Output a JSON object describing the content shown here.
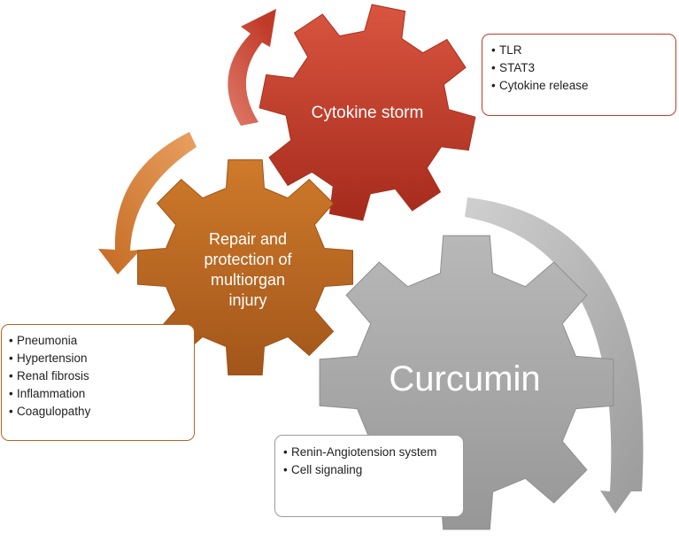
{
  "colors": {
    "red_gear": "#c0392b",
    "orange_gear": "#b9651e",
    "gray_gear": "#a7a7a7",
    "red_box_border": "#c0392b",
    "orange_box_border": "#b9651e",
    "gray_box_border": "#9a9a9a"
  },
  "gears": {
    "cytokine": {
      "label": "Cytokine storm"
    },
    "repair": {
      "lines": [
        "Repair and",
        "protection of",
        "multiorgan",
        "injury"
      ]
    },
    "curcumin": {
      "label": "Curcumin"
    }
  },
  "boxes": {
    "cytokine_box": {
      "items": [
        "TLR",
        "STAT3",
        "Cytokine release"
      ]
    },
    "repair_box": {
      "items": [
        "Pneumonia",
        "Hypertension",
        "Renal fibrosis",
        "Inflammation",
        "Coagulopathy"
      ]
    },
    "curcumin_box": {
      "items": [
        "Renin-Angiotension system",
        "Cell signaling"
      ]
    }
  }
}
